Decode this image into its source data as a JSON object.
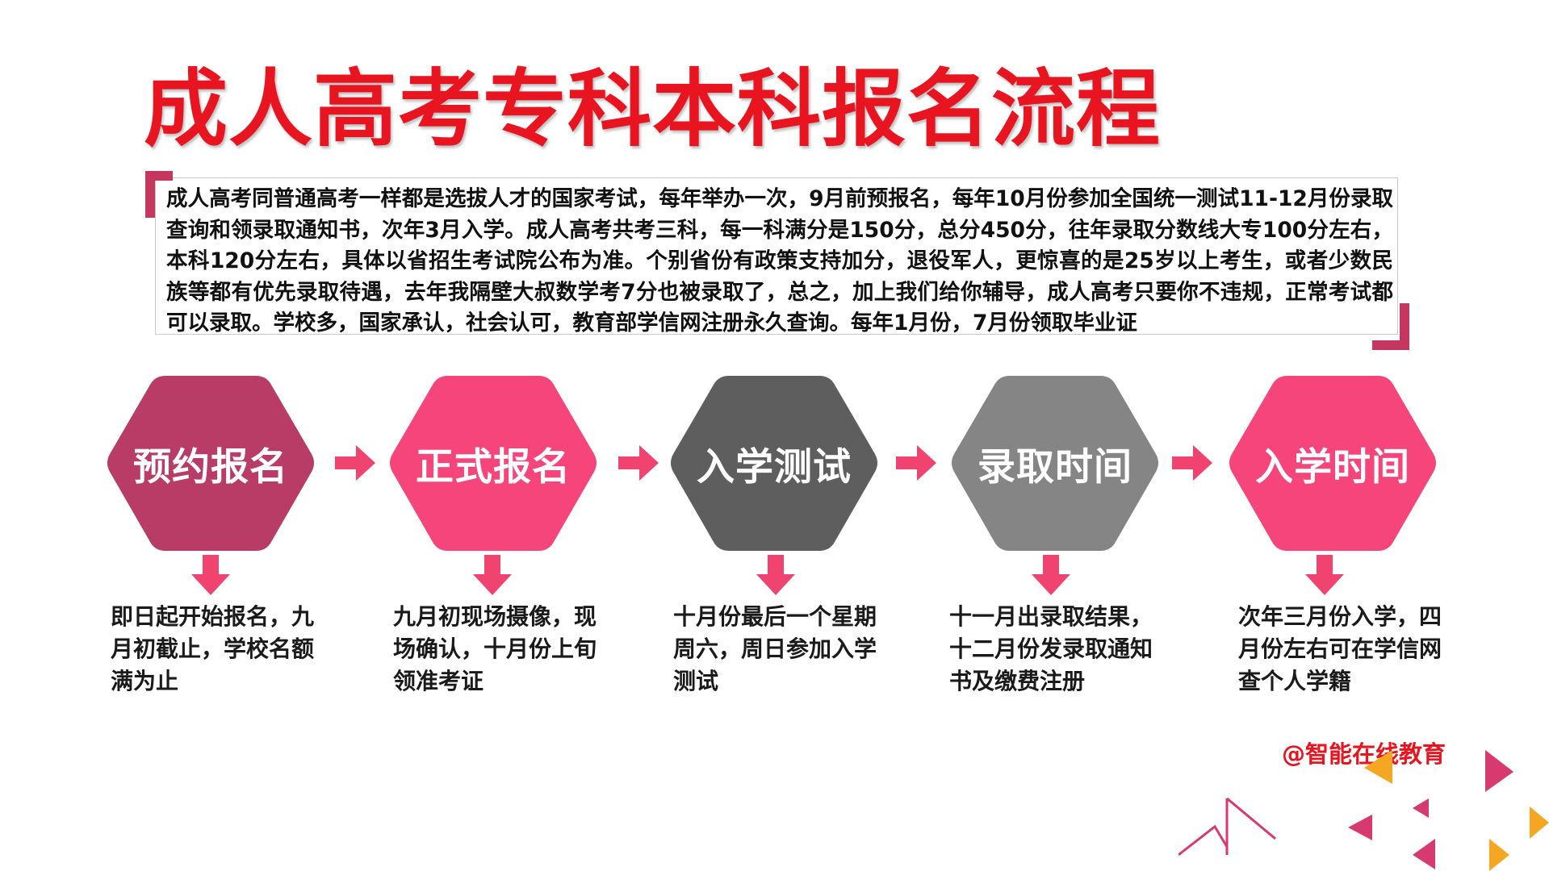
{
  "title": "成人高考专科本科报名流程",
  "intro_text": "成人高考同普通高考一样都是选拔人才的国家考试，每年举办一次，9月前预报名，每年10月份参加全国统一测试11-12月份录取查询和领录取通知书，次年3月入学。成人高考共考三科，每一科满分是150分，总分450分，往年录取分数线大专100分左右，本科120分左右，具体以省招生考试院公布为准。个别省份有政策支持加分，退役军人，更惊喜的是25岁以上考生，或者少数民族等都有优先录取待遇，去年我隔壁大叔数学考7分也被录取了，总之，加上我们给你辅导，成人高考只要你不违规，正常考试都可以录取。学校多，国家承认，社会认可，教育部学信网注册永久查询。每年1月份，7月份领取毕业证",
  "steps": [
    {
      "label": "预约报名",
      "color": "#b83c66",
      "description": "即日起开始报名，九月初截止，学校名额满为止"
    },
    {
      "label": "正式报名",
      "color": "#f5457a",
      "description": "九月初现场摄像，现场确认，十月份上旬领准考证"
    },
    {
      "label": "入学测试",
      "color": "#5e5e5e",
      "description": "十月份最后一个星期周六，周日参加入学测试"
    },
    {
      "label": "录取时间",
      "color": "#858585",
      "description": "十一月出录取结果，十二月份发录取通知书及缴费注册"
    },
    {
      "label": "入学时间",
      "color": "#f5457a",
      "description": "次年三月份入学，四月份左右可在学信网查个人学籍"
    }
  ],
  "watermark": "@智能在线教育",
  "colors": {
    "title": "#e8141f",
    "accent": "#c5375e",
    "arrow": "#f0436f",
    "deco_orange": "#f5a623",
    "deco_pink": "#d63a6e"
  }
}
